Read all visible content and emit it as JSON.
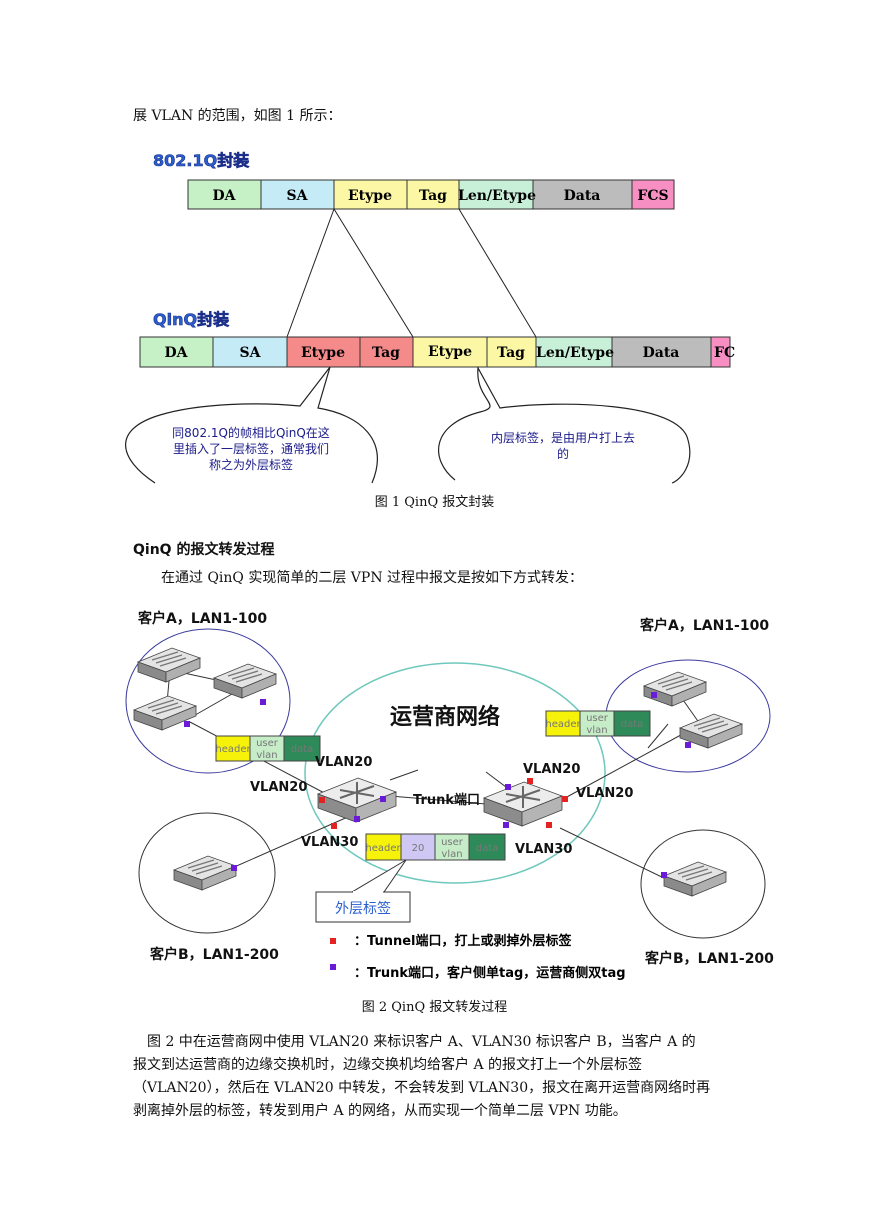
{
  "intro_line": "展 VLAN 的范围，如图 1 所示：",
  "figure1": {
    "label_8021q": "802.1Q封装",
    "label_qinq": "QinQ封装",
    "row1_fields": [
      "DA",
      "SA",
      "Etype",
      "Tag",
      "Len/Etype",
      "Data",
      "FCS"
    ],
    "row2_fields": [
      "DA",
      "SA",
      "Etype",
      "Tag",
      "Etype",
      "Tag",
      "Len/Etype",
      "Data",
      "FC"
    ],
    "bubble_left": [
      "同802.1Q的帧相比QinQ在这",
      "里插入了一层标签，通常我们",
      "称之为外层标签"
    ],
    "bubble_right": [
      "内层标签，是由用户打上去",
      "的"
    ],
    "caption": "图 1 QinQ 报文封装",
    "colors": {
      "da": "#c6f1c6",
      "sa": "#c5ecf6",
      "etype": "#fbf7a5",
      "tag": "#fbf7a5",
      "len": "#c8f0d8",
      "data": "#bcbcbc",
      "fcs": "#f78fc3",
      "outer": "#f48a8a"
    }
  },
  "section_heading": "QinQ 的报文转发过程",
  "section_intro": "在通过 QinQ 实现简单的二层 VPN 过程中报文是按如下方式转发：",
  "figure2": {
    "customer_a_left": "客户A，LAN1-100",
    "customer_a_right": "客户A，LAN1-100",
    "customer_b_left": "客户B，LAN1-200",
    "customer_b_right": "客户B，LAN1-200",
    "provider_network": "运营商网络",
    "trunk_port": "Trunk端口",
    "vlan20": "VLAN20",
    "vlan30": "VLAN30",
    "packet_header": "header",
    "packet_user": [
      "user",
      "vlan"
    ],
    "packet_data": "data",
    "packet_tag": "20",
    "outer_tag_label": "外层标签",
    "legend_tunnel": "：Tunnel端口，打上或剥掉外层标签",
    "legend_trunk": "：Trunk端口，客户侧单tag，运营商侧双tag",
    "caption": "图 2 QinQ 报文转发过程",
    "colors": {
      "tunnel": "#e52222",
      "trunk": "#6a1bd8",
      "header": "#f6f20a",
      "user": "#c6ecc8",
      "data": "#2f8a5a",
      "tag": "#cfc8f4"
    }
  },
  "closing_paragraph": [
    "图 2 中在运营商网中使用 VLAN20 来标识客户 A、VLAN30 标识客户 B，当客户 A 的",
    "报文到达运营商的边缘交换机时，边缘交换机均给客户 A 的报文打上一个外层标签",
    "（VLAN20），然后在 VLAN20 中转发，不会转发到 VLAN30，报文在离开运营商网络时再",
    "剥离掉外层的标签，转发到用户 A 的网络，从而实现一个简单二层 VPN 功能。"
  ]
}
